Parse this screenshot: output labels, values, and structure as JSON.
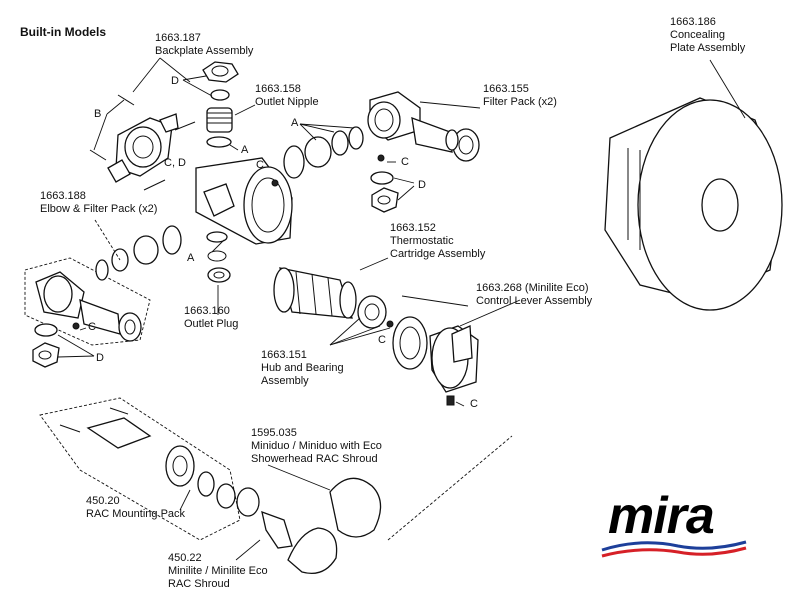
{
  "heading": "Built-in Models",
  "parts": {
    "backplate": {
      "code": "1663.187",
      "name": "Backplate Assembly"
    },
    "outlet_nipple": {
      "code": "1663.158",
      "name": "Outlet Nipple"
    },
    "filter_pack": {
      "code": "1663.155",
      "name": "Filter Pack (x2)"
    },
    "concealing_plate": {
      "code": "1663.186",
      "name1": "Concealing",
      "name2": "Plate Assembly"
    },
    "elbow_filter": {
      "code": "1663.188",
      "name": "Elbow & Filter Pack (x2)"
    },
    "cartridge": {
      "code": "1663.152",
      "name1": "Thermostatic",
      "name2": "Cartridge Assembly"
    },
    "control_lever": {
      "code": "1663.268 (Minilite Eco)",
      "name": "Control Lever Assembly"
    },
    "outlet_plug": {
      "code": "1663.160",
      "name": "Outlet Plug"
    },
    "hub_bearing": {
      "code": "1663.151",
      "name1": "Hub and Bearing",
      "name2": "Assembly"
    },
    "miniduo_shroud": {
      "code": "1595.035",
      "name1": "Miniduo / Miniduo with Eco",
      "name2": "Showerhead RAC Shroud"
    },
    "rac_mounting": {
      "code": "450.20",
      "name": "RAC Mounting Pack"
    },
    "minilite_shroud": {
      "code": "450.22",
      "name1": "Minilite / Minilite Eco",
      "name2": "RAC Shroud"
    }
  },
  "letters": {
    "A": "A",
    "B": "B",
    "C": "C",
    "D": "D",
    "CD": "C, D"
  },
  "logo": {
    "text": "mira",
    "wave_colors": [
      "#1d3f9a",
      "#d62027"
    ]
  }
}
